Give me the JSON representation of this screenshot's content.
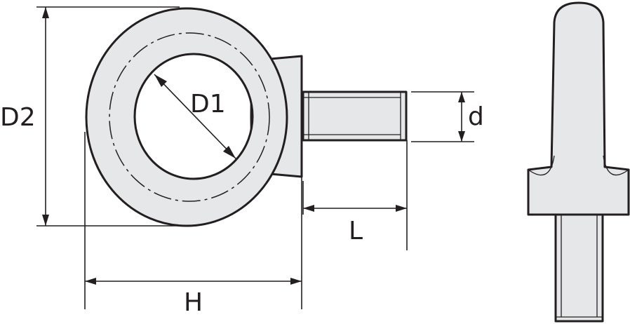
{
  "labels": {
    "d2": "D2",
    "d1": "D1",
    "d": "d",
    "l": "L",
    "h": "H"
  },
  "colors": {
    "line": "#231f20",
    "fill": "#e6e7e8",
    "background": "#ffffff"
  }
}
